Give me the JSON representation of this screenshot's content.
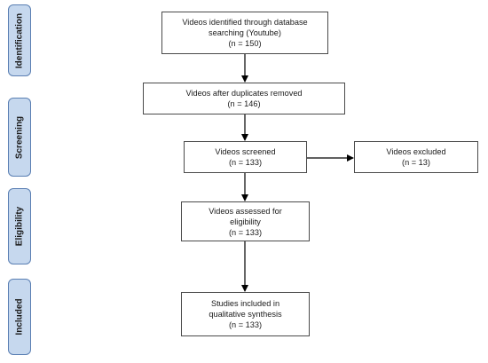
{
  "stages": {
    "identification": "Identification",
    "screening": "Screening",
    "eligibility": "Eligibility",
    "included": "Included"
  },
  "boxes": {
    "identified": {
      "line1": "Videos identified through database",
      "line2": "searching (Youtube)",
      "line3": "(n = 150)"
    },
    "duplicates_removed": {
      "line1": "Videos after duplicates removed",
      "line2": "(n = 146)"
    },
    "screened": {
      "line1": "Videos screened",
      "line2": "(n = 133)"
    },
    "excluded": {
      "line1": "Videos excluded",
      "line2": "(n = 13)"
    },
    "eligibility": {
      "line1": "Videos assessed for",
      "line2": "eligibility",
      "line3": "(n = 133)"
    },
    "included": {
      "line1": "Studies included in",
      "line2": "qualitative synthesis",
      "line3": "(n = 133)"
    }
  },
  "colors": {
    "stage_fill": "#c6d8ee",
    "stage_border": "#5a7fb3",
    "box_border": "#4a4a4a",
    "arrow": "#000000"
  }
}
